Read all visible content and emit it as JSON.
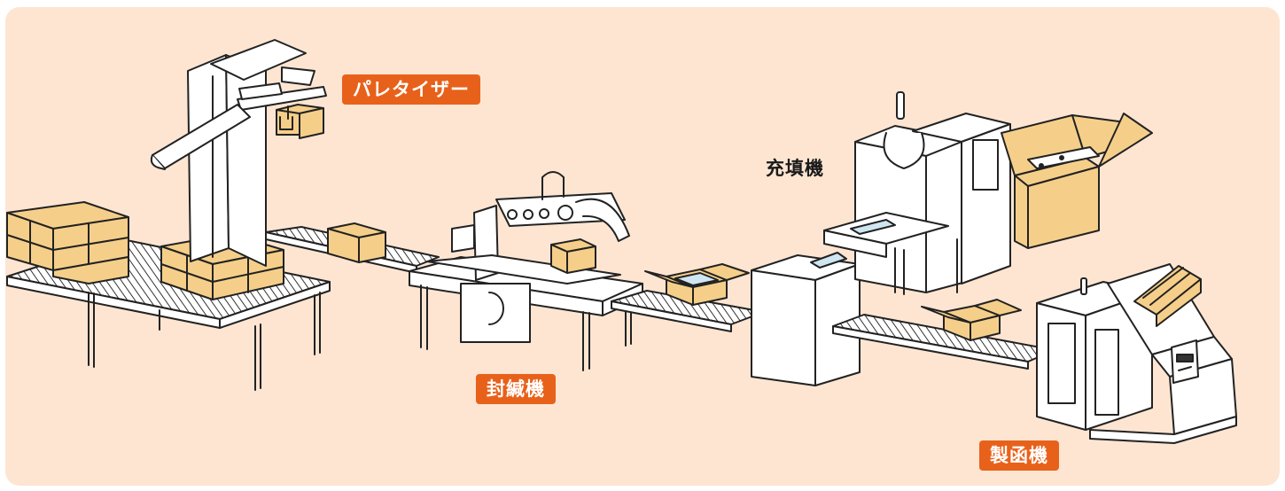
{
  "labels": {
    "palletizer": "パレタイザー",
    "sealer": "封緘機",
    "filler": "充填機",
    "box_maker": "製函機"
  },
  "colors": {
    "background": "#fde5d2",
    "label_fill": "#e8611a",
    "label_text": "#ffffff",
    "box": "#f5cf8a",
    "machine": "#ffffff",
    "outline": "#222222",
    "film": "#cfe6f2"
  }
}
